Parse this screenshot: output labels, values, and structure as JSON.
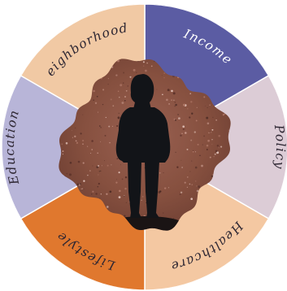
{
  "segments": [
    {
      "label": "Income",
      "color": "#5b5ca3",
      "text_color": "#ffffff"
    },
    {
      "label": "Policy",
      "color": "#dcccd6",
      "text_color": "#2e2733"
    },
    {
      "label": "Healthcare",
      "color": "#f4c8a2",
      "text_color": "#2e2733"
    },
    {
      "label": "Lifestyle",
      "color": "#e0782e",
      "text_color": "#2e2733"
    },
    {
      "label": "Education",
      "color": "#b8b5d8",
      "text_color": "#2e2733"
    },
    {
      "label": "Neighborhood",
      "color": "#f1c9a4",
      "text_color": "#2e2733"
    }
  ],
  "center": {
    "texture_base": "#8a5446",
    "silhouette": "person-standing-silhouette"
  }
}
